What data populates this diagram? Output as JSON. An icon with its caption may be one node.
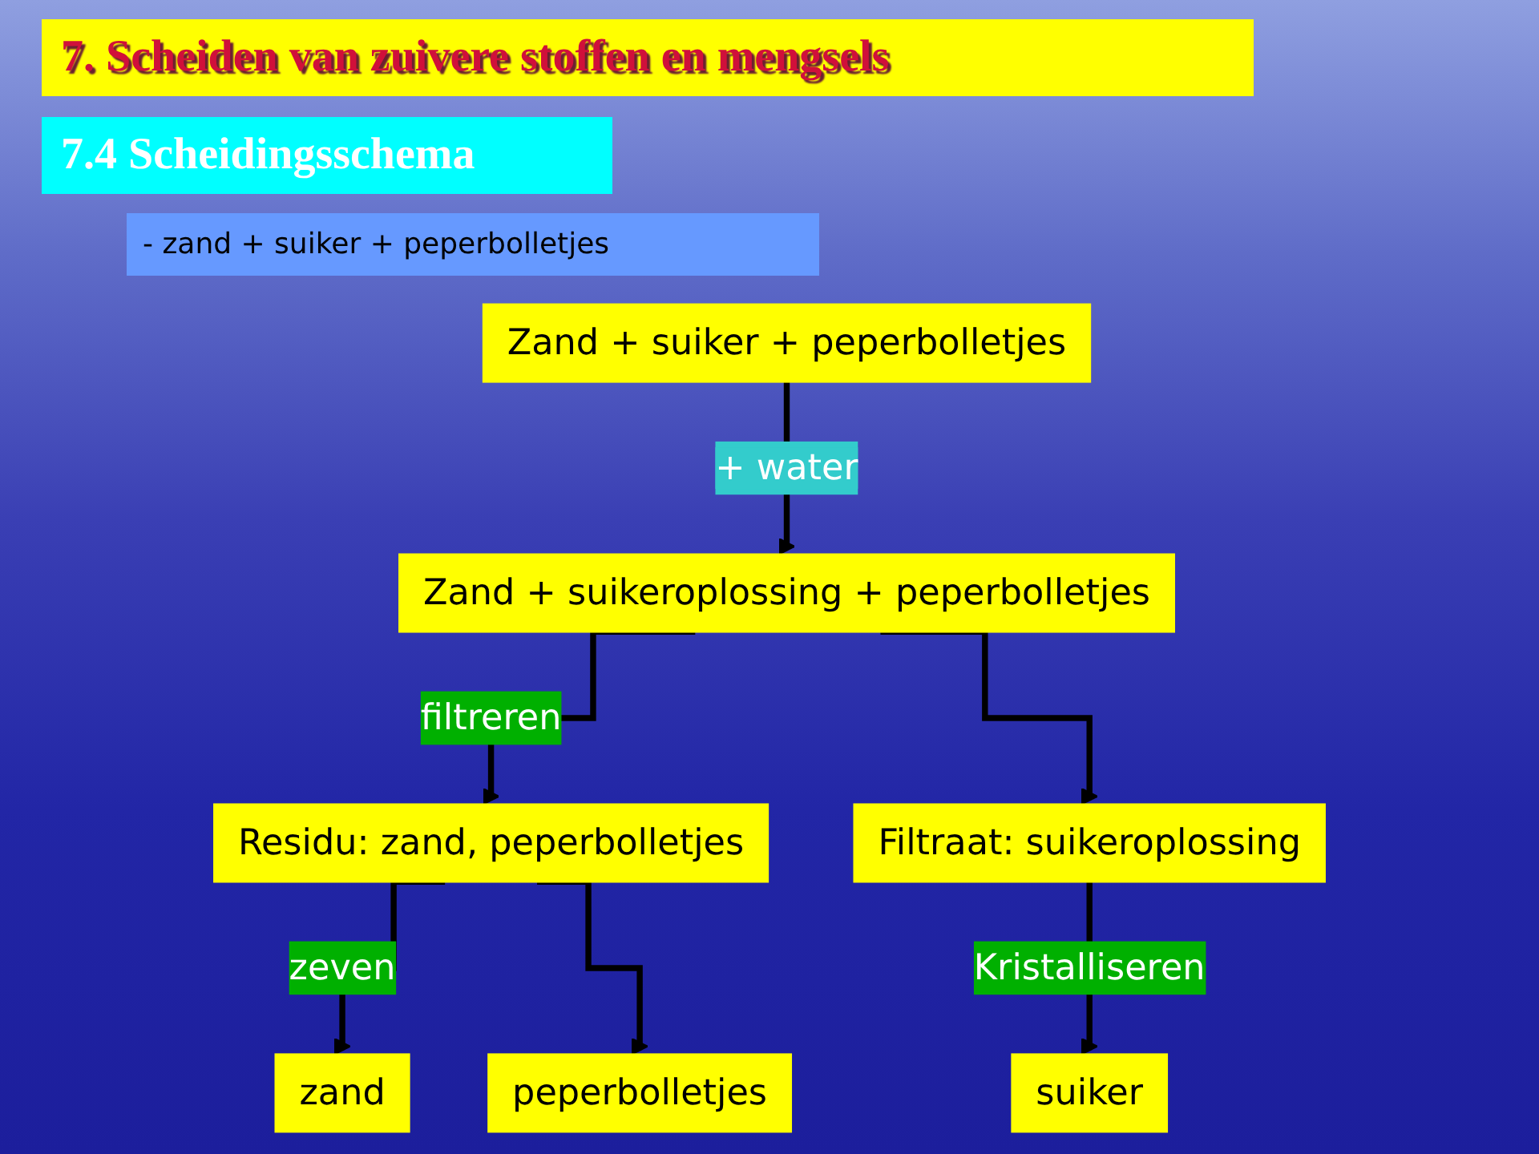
{
  "diagram": {
    "title": "7. Scheiden van zuivere stoffen en mengsels",
    "nodes": [
      {
        "text": [
          "Zand + suiker + peperbolletjes"
        ]
      },
      {
        "text": [
          "Zand + suikeroplossing + peperbolletjes"
        ]
      },
      {
        "text": [
          "Residu: zand, peperbolletjes"
        ]
      },
      {
        "text": [
          "Filtraat: suikeroplossing"
        ]
      },
      {
        "text": [
          "zand"
        ]
      },
      {
        "text": [
          "peperbolletjes"
        ]
      },
      {
        "text": [
          "suiker"
        ]
      }
    ],
    "edges": [
      {
        "from": 0,
        "to": 1,
        "arrow": "to",
        "label": "+ water"
      },
      {
        "from": 1,
        "to": 2,
        "arrow": "to",
        "label": "filtreren"
      },
      {
        "from": 1,
        "to": 3,
        "arrow": "to"
      },
      {
        "from": 2,
        "to": 4,
        "arrow": "to",
        "label": "zeven"
      },
      {
        "from": 2,
        "to": 5,
        "arrow": "to"
      },
      {
        "from": 3,
        "to": 6,
        "arrow": "to",
        "label": "Kristalliseren"
      }
    ],
    "labels": [
      "7.4 Scheidingsschema",
      "- zand + suiker + peperbolletjes"
    ]
  }
}
